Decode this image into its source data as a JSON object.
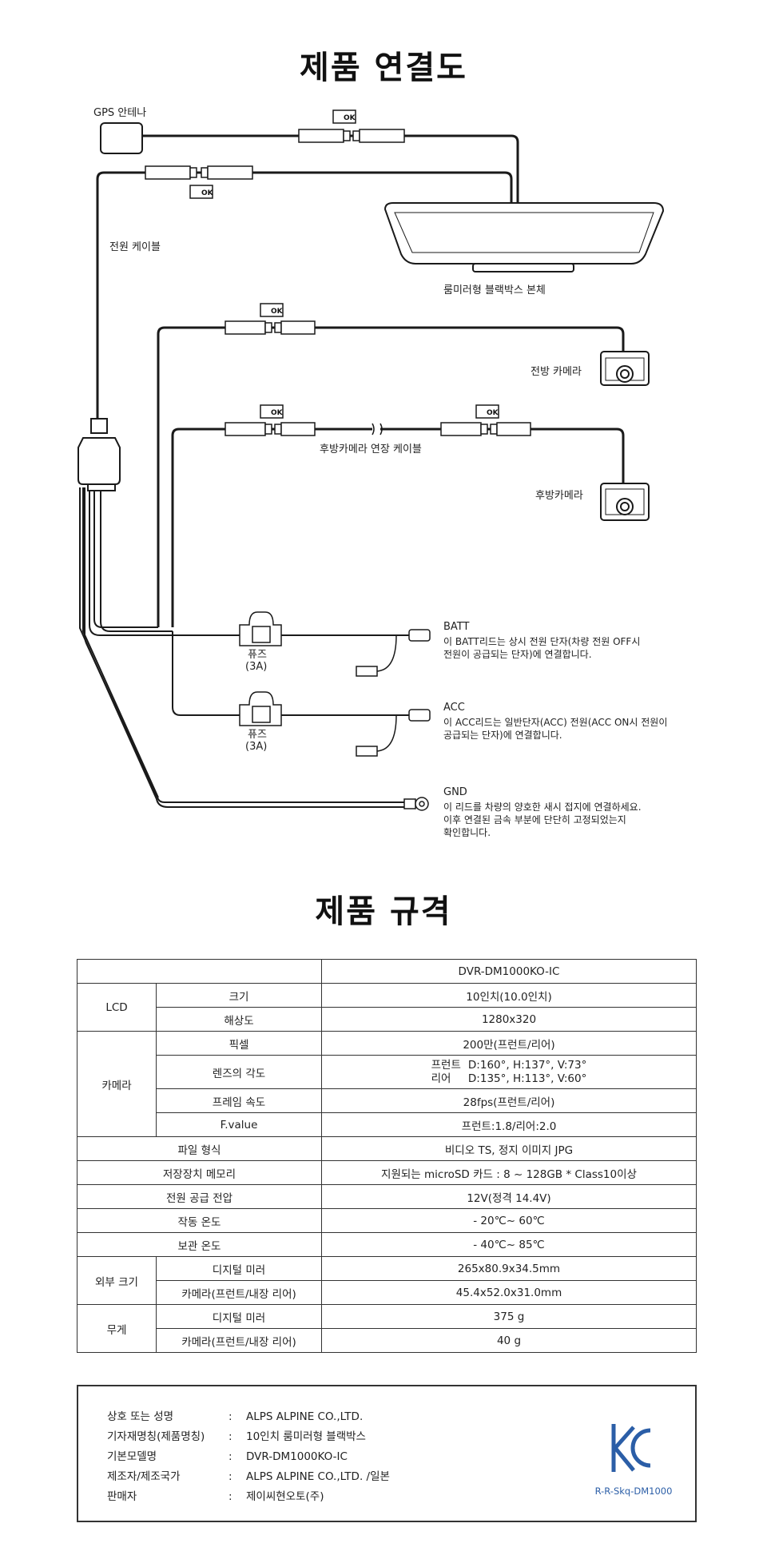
{
  "titles": {
    "connection": "제품 연결도",
    "spec": "제품 규격"
  },
  "diagram": {
    "ok_label": "OK",
    "gps_antenna": "GPS 안테나",
    "power_cable": "전원 케이블",
    "mirror_body": "룸미러형 블랙박스 본체",
    "front_camera": "전방 카메라",
    "rear_extension": "후방카메라 연장 케이블",
    "rear_camera": "후방카메라",
    "fuse": "퓨즈",
    "fuse_rating": "(3A)",
    "batt": {
      "title": "BATT",
      "line1": "이 BATT리드는 상시 전원 단자(차량 전원 OFF시",
      "line2": "전원이 공급되는 단자)에 연결합니다."
    },
    "acc": {
      "title": "ACC",
      "line1": "이 ACC리드는 일반단자(ACC) 전원(ACC ON시 전원이",
      "line2": "공급되는 단자)에 연결합니다."
    },
    "gnd": {
      "title": "GND",
      "line1": "이 리드를 차량의 양호한 새시 접지에 연결하세요.",
      "line2": "이후 연결된 금속 부분에 단단히 고정되었는지",
      "line3": "확인합니다."
    }
  },
  "spec": {
    "model_header": "DVR-DM1000KO-IC",
    "lcd": "LCD",
    "lcd_size_label": "크기",
    "lcd_size": "10인치(10.0인치)",
    "lcd_res_label": "해상도",
    "lcd_res": "1280x320",
    "camera": "카메라",
    "pixel_label": "픽셀",
    "pixel": "200만(프런트/리어)",
    "lens_label": "렌즈의 각도",
    "lens_front_k": "프런트",
    "lens_front_v": "D:160°, H:137°, V:73°",
    "lens_rear_k": "리어",
    "lens_rear_v": "D:135°, H:113°, V:60°",
    "fps_label": "프레임 속도",
    "fps": "28fps(프런트/리어)",
    "fvalue_label": "F.value",
    "fvalue": "프런트:1.8/리어:2.0",
    "file_label": "파일 형식",
    "file": "비디오 TS, 정지 이미지 JPG",
    "storage_label": "저장장치 메모리",
    "storage": "지원되는 microSD 카드 : 8 ~ 128GB  * Class10이상",
    "voltage_label": "전원 공급 전압",
    "voltage": "12V(정격 14.4V)",
    "op_temp_label": "작동 온도",
    "op_temp": "- 20℃~  60℃",
    "store_temp_label": "보관 온도",
    "store_temp": "- 40℃~  85℃",
    "dims": "외부 크기",
    "dims_mirror_label": "디지털 미러",
    "dims_mirror": "265x80.9x34.5mm",
    "dims_camera_label": "카메라(프런트/내장 리어)",
    "dims_camera": "45.4x52.0x31.0mm",
    "weight": "무게",
    "weight_mirror_label": "디지털 미러",
    "weight_mirror": "375 g",
    "weight_camera_label": "카메라(프런트/내장 리어)",
    "weight_camera": "40 g"
  },
  "info": {
    "rows": [
      {
        "k": "상호 또는 성명",
        "v": "ALPS ALPINE CO.,LTD."
      },
      {
        "k": "기자재명칭(제품명칭)",
        "v": "10인치 룸미러형 블랙박스"
      },
      {
        "k": "기본모델명",
        "v": "DVR-DM1000KO-IC"
      },
      {
        "k": "제조자/제조국가",
        "v": "ALPS ALPINE CO.,LTD.  /일본"
      },
      {
        "k": "판매자",
        "v": "제이씨현오토(주)"
      }
    ],
    "sep": ":",
    "cert_code": "R-R-Skq-DM1000"
  },
  "colors": {
    "line": "#1a1a1a",
    "text": "#222222"
  }
}
